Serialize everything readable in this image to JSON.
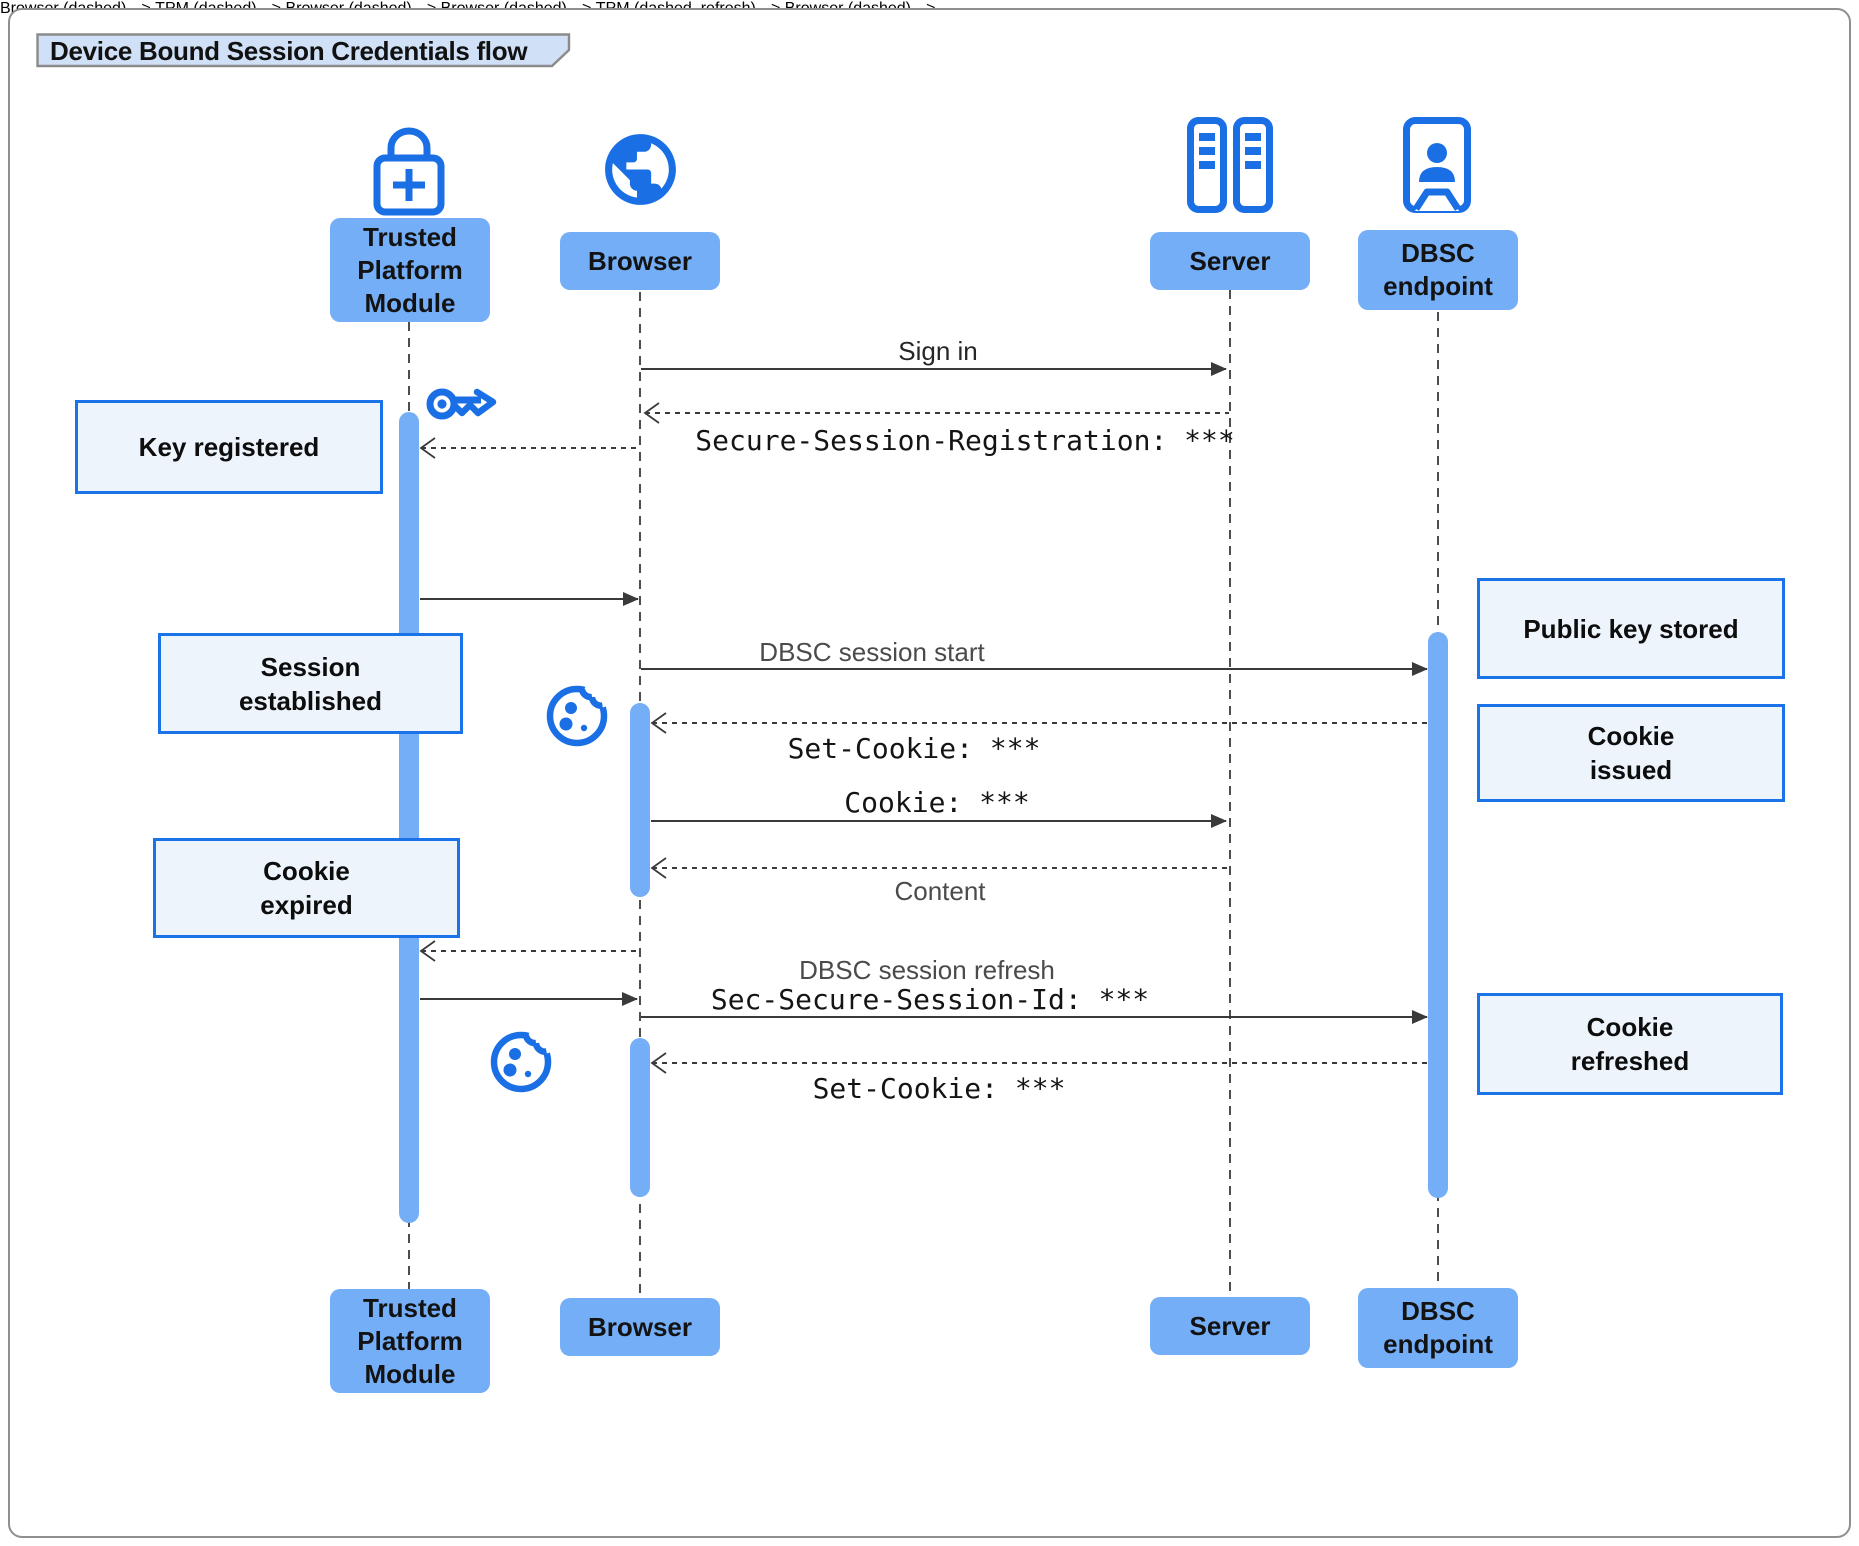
{
  "title": "Device Bound Session Credentials flow",
  "actors": {
    "tpm": {
      "label": "Trusted\nPlatform\nModule",
      "icon": "lock-plus-icon"
    },
    "browser": {
      "label": "Browser",
      "icon": "globe-icon"
    },
    "server": {
      "label": "Server",
      "icon": "server-racks-icon"
    },
    "dbsc": {
      "label": "DBSC\nendpoint",
      "icon": "person-door-icon"
    }
  },
  "messages": {
    "sign_in": "Sign in",
    "secure_session_registration": "Secure-Session-Registration: ***",
    "dbsc_session_start": "DBSC session start",
    "set_cookie_issue": "Set-Cookie: ***",
    "cookie": "Cookie: ***",
    "content": "Content",
    "dbsc_session_refresh": "DBSC session refresh",
    "sec_secure_session_id": "Sec-Secure-Session-Id: ***",
    "set_cookie_refresh": "Set-Cookie: ***"
  },
  "notes": {
    "key_registered": "Key registered",
    "session_established": "Session\nestablished",
    "cookie_expired": "Cookie\nexpired",
    "public_key_stored": "Public key stored",
    "cookie_issued": "Cookie\nissued",
    "cookie_refreshed": "Cookie\nrefreshed"
  },
  "colors": {
    "accent_blue": "#1a6fe4",
    "label_fill": "#74aef7",
    "note_fill": "#edf4fc",
    "note_border": "#1a73e8",
    "title_fill": "#cfe0f7",
    "line_gray": "#3a3a3a"
  }
}
